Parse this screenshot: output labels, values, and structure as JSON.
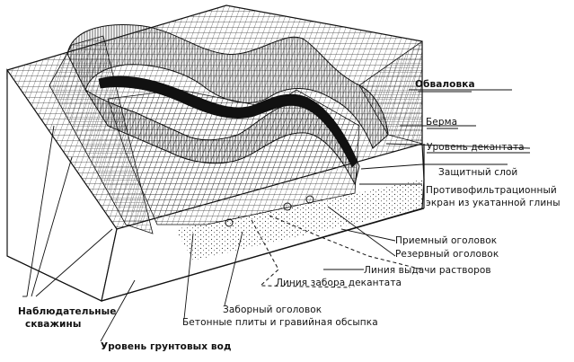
{
  "labels": {
    "embankment": "Обваловка",
    "berm": "Берма",
    "decantate_level": "Уровень декантата",
    "protective_layer": "Защитный слой",
    "antifiltration_line1": "Противофильтрационный",
    "antifiltration_line2": "экран из укатанной глины",
    "receiving_head": "Приемный оголовок",
    "reserve_head": "Резервный оголовок",
    "discharge_line": "Линия выдачи растворов",
    "decantate_intake_line": "Линия забора декантата",
    "intake_head": "Заборный оголовок",
    "concrete_slabs": "Бетонные плиты и гравийная обсыпка",
    "observation_wells_line1": "Наблюдательные",
    "observation_wells_line2": "скважины",
    "groundwater_level": "Уровень грунтовых вод"
  }
}
